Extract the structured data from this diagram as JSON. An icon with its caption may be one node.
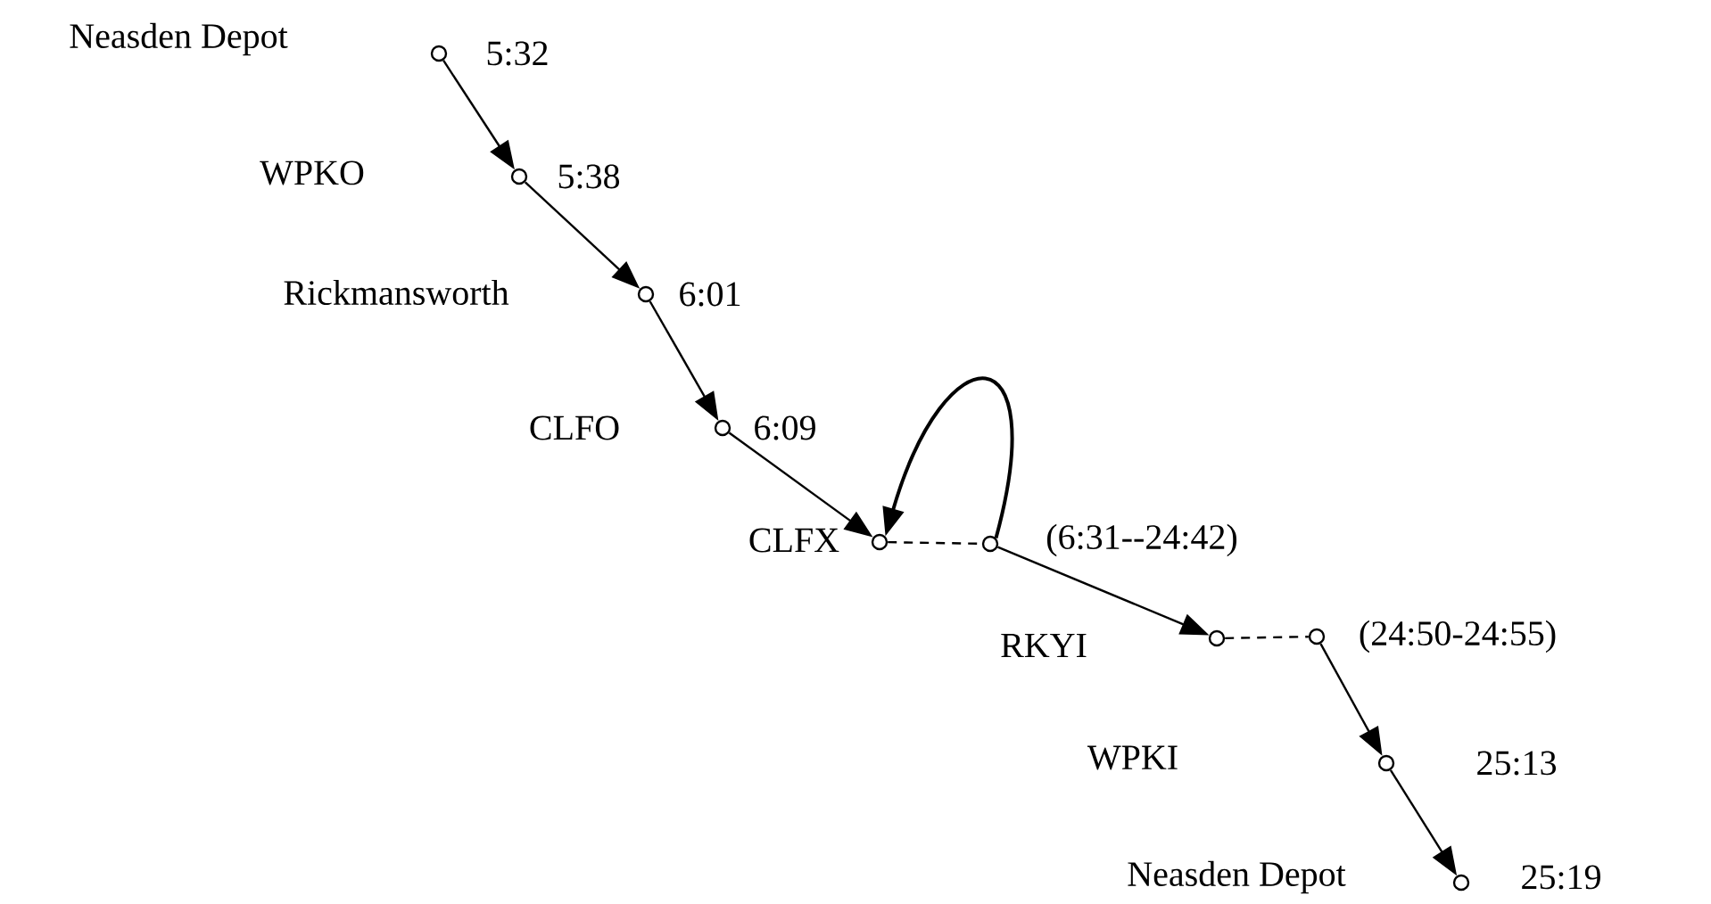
{
  "diagram": {
    "nodes": [
      {
        "text": [],
        "shape": "circle",
        "beside": [
          "5:32"
        ]
      },
      {
        "text": [],
        "shape": "circle",
        "beside": [
          "5:38"
        ]
      },
      {
        "text": [],
        "shape": "circle",
        "beside": [
          "6:01"
        ]
      },
      {
        "text": [],
        "shape": "circle",
        "beside": [
          "6:09"
        ]
      },
      {
        "text": [],
        "shape": "circle"
      },
      {
        "text": [],
        "shape": "circle",
        "beside": [
          "(6:31--24:42)"
        ]
      },
      {
        "text": [],
        "shape": "circle"
      },
      {
        "text": [],
        "shape": "circle",
        "beside": [
          "(24:50-24:55)"
        ]
      },
      {
        "text": [],
        "shape": "circle",
        "beside": [
          "25:13"
        ]
      },
      {
        "text": [],
        "shape": "circle",
        "beside": [
          "25:19"
        ]
      }
    ],
    "edges": [
      {
        "from": 0,
        "to": 1,
        "arrow": "to"
      },
      {
        "from": 1,
        "to": 2,
        "arrow": "to"
      },
      {
        "from": 2,
        "to": 3,
        "arrow": "to"
      },
      {
        "from": 3,
        "to": 4,
        "arrow": "to"
      },
      {
        "from": 4,
        "to": 5,
        "arrow": "none",
        "style": "dashed"
      },
      {
        "from": 5,
        "to": 4,
        "arrow": "to"
      },
      {
        "from": 5,
        "to": 6,
        "arrow": "to"
      },
      {
        "from": 6,
        "to": 7,
        "arrow": "none",
        "style": "dashed"
      },
      {
        "from": 7,
        "to": 8,
        "arrow": "to"
      },
      {
        "from": 8,
        "to": 9,
        "arrow": "to"
      }
    ],
    "labels": [
      "Neasden Depot",
      "WPKO",
      "Rickmansworth",
      "CLFO",
      "CLFX",
      "RKYI",
      "WPKI",
      "Neasden Depot"
    ]
  }
}
